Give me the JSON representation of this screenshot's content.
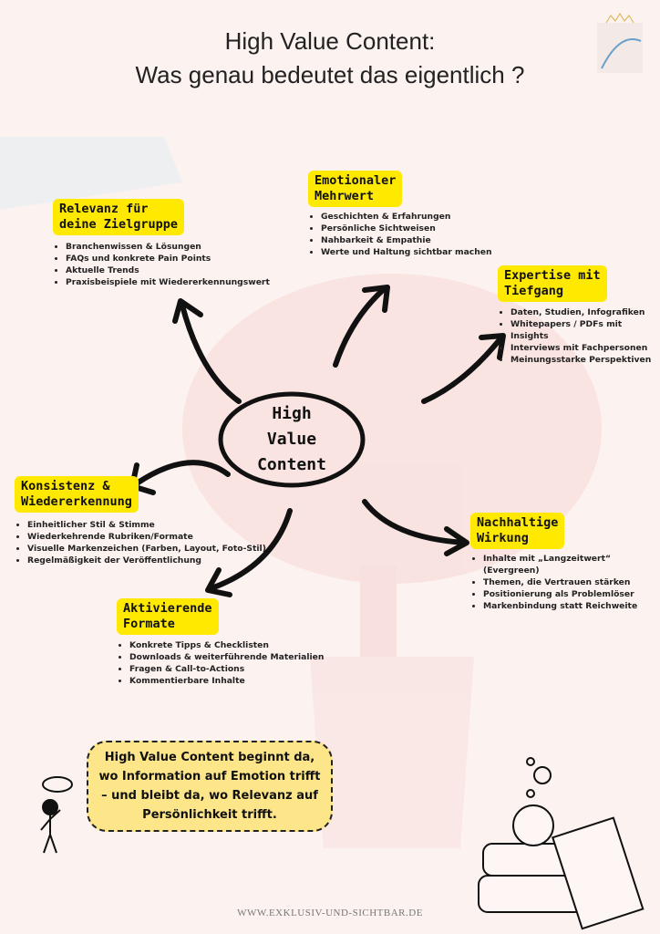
{
  "title": {
    "line1": "High Value Content:",
    "line2": "Was genau bedeutet das eigentlich ?"
  },
  "center": {
    "line1": "High",
    "line2": "Value",
    "line3": "Content"
  },
  "sections": [
    {
      "heading1": "Relevanz für",
      "heading2": "deine Zielgruppe",
      "items": [
        "Branchenwissen & Lösungen",
        "FAQs und konkrete Pain Points",
        "Aktuelle Trends",
        "Praxisbeispiele mit Wiedererkennungswert"
      ]
    },
    {
      "heading1": "Emotionaler",
      "heading2": "Mehrwert",
      "items": [
        "Geschichten & Erfahrungen",
        "Persönliche Sichtweisen",
        "Nahbarkeit & Empathie",
        "Werte und Haltung sichtbar machen"
      ]
    },
    {
      "heading1": "Expertise mit",
      "heading2": "Tiefgang",
      "items": [
        "Daten, Studien, Infografiken",
        "Whitepapers / PDFs mit Insights",
        "Interviews mit Fachpersonen",
        "Meinungsstarke Perspektiven"
      ]
    },
    {
      "heading1": "Konsistenz &",
      "heading2": "Wiedererkennung",
      "items": [
        "Einheitlicher Stil & Stimme",
        "Wiederkehrende Rubriken/Formate",
        "Visuelle Markenzeichen (Farben, Layout, Foto-Stil)",
        "Regelmäßigkeit der Veröffentlichung"
      ]
    },
    {
      "heading1": "Nachhaltige",
      "heading2": "Wirkung",
      "items": [
        "Inhalte mit „Langzeitwert“ (Evergreen)",
        "Themen, die Vertrauen stärken",
        "Positionierung als Problemlöser",
        "Markenbindung statt Reichweite"
      ]
    },
    {
      "heading1": "Aktivierende",
      "heading2": "Formate",
      "items": [
        "Konkrete Tipps & Checklisten",
        "Downloads & weiterführende Materialien",
        "Fragen & Call-to-Actions",
        "Kommentierbare Inhalte"
      ]
    }
  ],
  "quote": "High Value Content beginnt da, wo Information auf Emotion trifft – und bleibt da, wo Relevanz auf Persönlichkeit trifft.",
  "footer": {
    "url": "WWW.EXKLUSIV-UND-SICHTBAR.DE"
  },
  "colors": {
    "highlight": "#ffe900",
    "quote_bg": "#fde68a",
    "background": "#fcf2f0"
  }
}
